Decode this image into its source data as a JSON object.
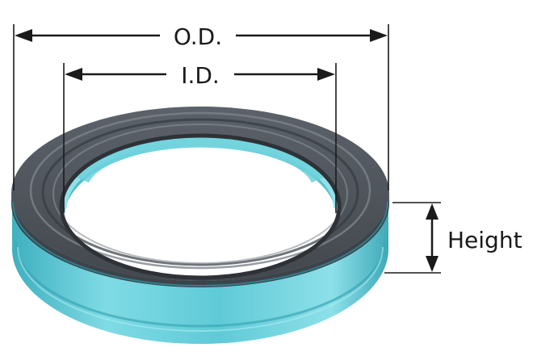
{
  "dimensions": {
    "outer_diameter_label": "O.D.",
    "inner_diameter_label": "I.D.",
    "height_label": "Height"
  },
  "colors": {
    "seal_outer_gray": "#4f555c",
    "seal_inner_lip_gray": "#5e646b",
    "seal_highlight_gray": "#868c93",
    "seal_body_cyan": "#68d0dc",
    "seal_body_cyan_dark": "#3fb0bf",
    "seal_body_cyan_light": "#9ae4ec",
    "line_color": "#1a1a1a"
  }
}
